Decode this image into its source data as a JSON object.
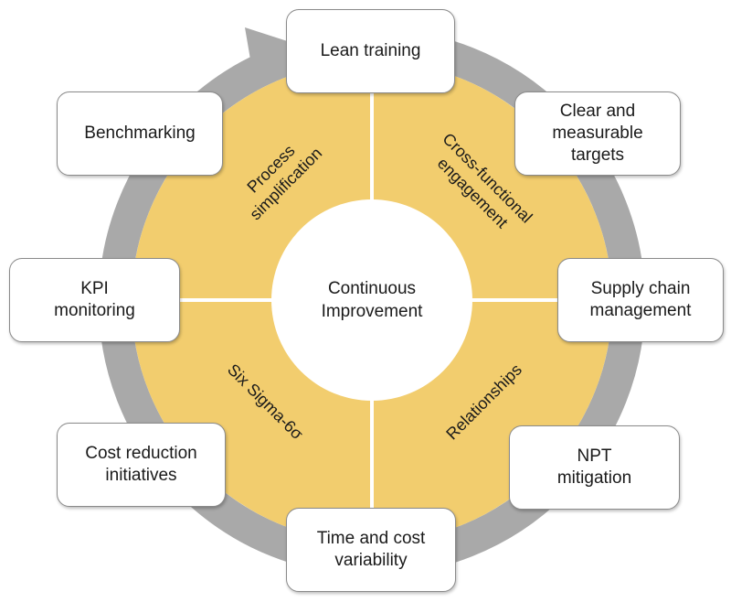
{
  "center": {
    "label": "Continuous\nImprovement"
  },
  "quadrants": [
    {
      "label": "Process\nsimplification"
    },
    {
      "label": "Cross-functional\nengagement"
    },
    {
      "label": "Relationships"
    },
    {
      "label": "Six Sigma-6σ"
    }
  ],
  "boxes": [
    {
      "label": "Lean training"
    },
    {
      "label": "Clear and\nmeasurable\ntargets"
    },
    {
      "label": "Supply chain\nmanagement"
    },
    {
      "label": "NPT\nmitigation"
    },
    {
      "label": "Time and cost\nvariability"
    },
    {
      "label": "Cost reduction\ninitiatives"
    },
    {
      "label": "KPI\nmonitoring"
    },
    {
      "label": "Benchmarking"
    }
  ],
  "colors": {
    "disk": "#f2cd6e",
    "ring": "#a9a9a9"
  }
}
